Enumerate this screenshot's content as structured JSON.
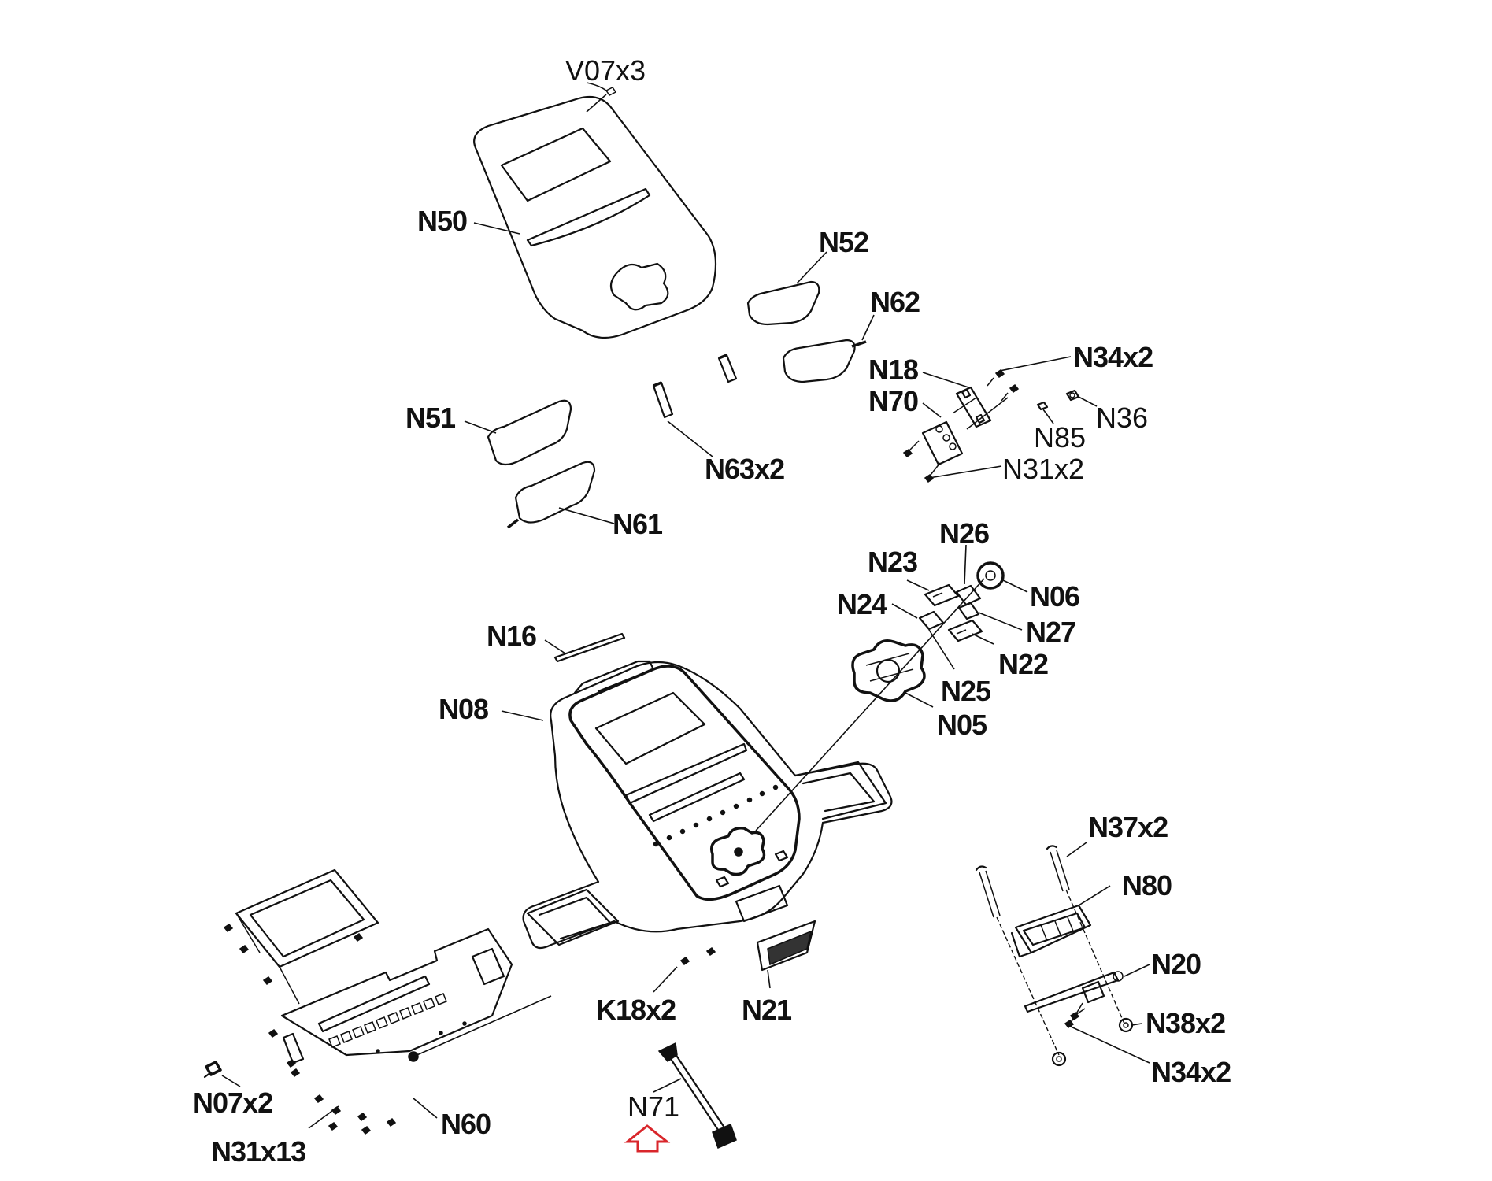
{
  "diagram": {
    "type": "exploded-parts-diagram",
    "subject": "console assembly",
    "highlight_color": "#d9262b",
    "highlighted_part": "N71",
    "labels": {
      "V07x3": "V07x3",
      "N50": "N50",
      "N52": "N52",
      "N62": "N62",
      "N18": "N18",
      "N70": "N70",
      "N34x2_top": "N34x2",
      "N36": "N36",
      "N85": "N85",
      "N31x2": "N31x2",
      "N51": "N51",
      "N63x2": "N63x2",
      "N61": "N61",
      "N26": "N26",
      "N23": "N23",
      "N06": "N06",
      "N24": "N24",
      "N27": "N27",
      "N22": "N22",
      "N25": "N25",
      "N05": "N05",
      "N16": "N16",
      "N08": "N08",
      "N37x2": "N37x2",
      "N80": "N80",
      "N20": "N20",
      "N38x2": "N38x2",
      "N34x2_bottom": "N34x2",
      "K18x2": "K18x2",
      "N21": "N21",
      "N71": "N71",
      "N07x2": "N07x2",
      "N31x13": "N31x13",
      "N60": "N60"
    }
  }
}
